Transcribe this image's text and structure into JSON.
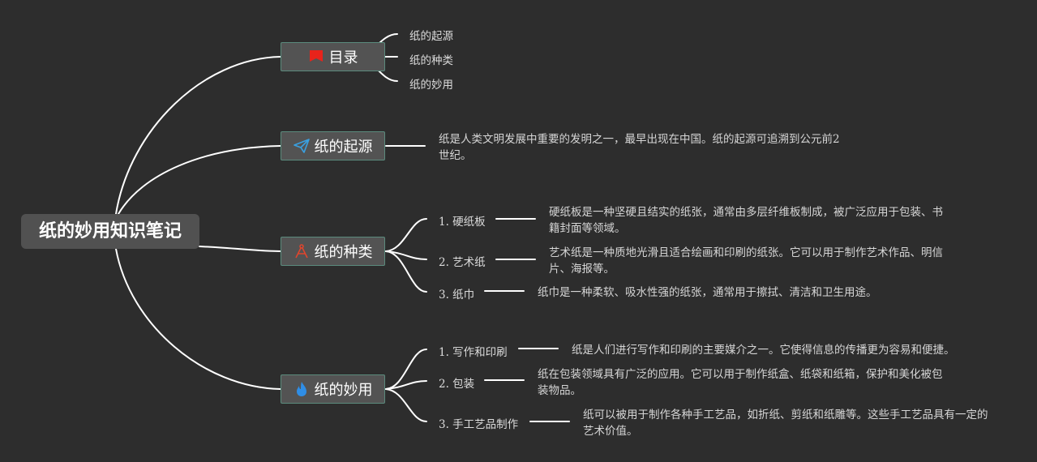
{
  "root": {
    "title": "纸的妙用知识笔记"
  },
  "branches": [
    {
      "label": "目录",
      "icon": "red-flag-icon",
      "color": "#e8231b"
    },
    {
      "label": "纸的起源",
      "icon": "paper-plane-icon",
      "color": "#3aa0e0"
    },
    {
      "label": "纸的种类",
      "icon": "compass-icon",
      "color": "#e0452d"
    },
    {
      "label": "纸的妙用",
      "icon": "flame-icon",
      "color": "#2f8ee6"
    }
  ],
  "toc": [
    "纸的起源",
    "纸的种类",
    "纸的妙用"
  ],
  "origin": {
    "text": "纸是人类文明发展中重要的发明之一，最早出现在中国。纸的起源可追溯到公元前2世纪。"
  },
  "types": [
    {
      "label": "1. 硬纸板",
      "desc": "硬纸板是一种坚硬且结实的纸张，通常由多层纤维板制成，被广泛应用于包装、书籍封面等领域。"
    },
    {
      "label": "2. 艺术纸",
      "desc": "艺术纸是一种质地光滑且适合绘画和印刷的纸张。它可以用于制作艺术作品、明信片、海报等。"
    },
    {
      "label": "3. 纸巾",
      "desc": "纸巾是一种柔软、吸水性强的纸张，通常用于擦拭、清洁和卫生用途。"
    }
  ],
  "uses": [
    {
      "label": "1. 写作和印刷",
      "desc": "纸是人们进行写作和印刷的主要媒介之一。它使得信息的传播更为容易和便捷。"
    },
    {
      "label": "2. 包装",
      "desc": "纸在包装领域具有广泛的应用。它可以用于制作纸盒、纸袋和纸箱，保护和美化被包装物品。"
    },
    {
      "label": "3. 手工艺品制作",
      "desc": "纸可以被用于制作各种手工艺品，如折纸、剪纸和纸雕等。这些手工艺品具有一定的艺术价值。"
    }
  ]
}
